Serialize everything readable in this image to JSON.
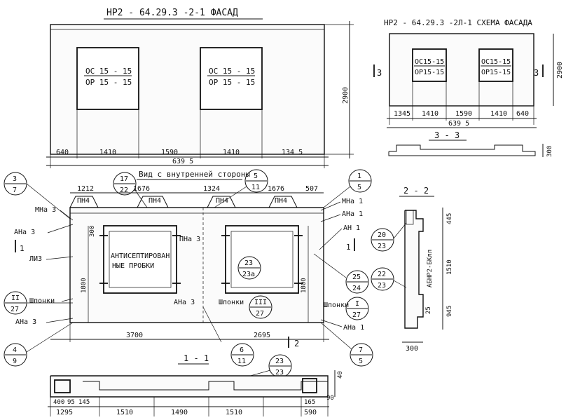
{
  "facade": {
    "title": "НР2 - 64.29.3 -2-1 ФАСАД",
    "window_top": "ОС 15 - 15",
    "window_bottom": "ОР 15 - 15",
    "height": "2900",
    "dims": [
      "640",
      "1410",
      "1590",
      "1410",
      "134 5"
    ],
    "total": "639 5"
  },
  "scheme": {
    "title": "НР2 - 64.29.3 -2Л-1 СХЕМА ФАСАДА",
    "window_top": "ОС15-15",
    "window_bottom": "ОР15-15",
    "height": "2900",
    "cut_mark": "3",
    "dims": [
      "1345",
      "1410",
      "1590",
      "1410",
      "640"
    ],
    "total": "639 5"
  },
  "section33": {
    "title": "3 - 3",
    "dim": "300"
  },
  "interior": {
    "caption": "Вид с внутренней стороны",
    "top_dims": [
      "1212",
      "1676",
      "1324",
      "1676",
      "507"
    ],
    "loop_labels": [
      "ПН4",
      "ПН4",
      "ПН4",
      "ПН4"
    ],
    "pn3": "ПНа 3",
    "plugs": [
      "АНТИСЕПТИРОВАН",
      "НЫЕ ПРОБКИ"
    ],
    "dim_300": "300",
    "dim_1800a": "1800",
    "dim_1800b": "1800",
    "bottom_dims": [
      "3700",
      "2695"
    ],
    "view_mark": "2",
    "left_labels": {
      "mn": "МНа 3",
      "an_top": "АНа 3",
      "li": "ЛИ3",
      "shp": "Шпонки",
      "an_bot": "АНа 3"
    },
    "right_labels": {
      "mn": "МНа 1",
      "an1": "АНа 1",
      "ah": "АН 1",
      "shp": "Шпонки",
      "an_bot": "АНа 1"
    },
    "center_labels": {
      "an3": "АНа 3",
      "shp": "Шпонки"
    },
    "bubbles": [
      {
        "top": "3",
        "bottom": "7"
      },
      {
        "top": "17",
        "bottom": "22"
      },
      {
        "top": "5",
        "bottom": "11"
      },
      {
        "top": "1",
        "bottom": "5"
      },
      {
        "top": "II",
        "bottom": "27"
      },
      {
        "top": "23",
        "bottom": "23а"
      },
      {
        "top": "III",
        "bottom": "27"
      },
      {
        "top": "I",
        "bottom": "27"
      },
      {
        "top": "25",
        "bottom": "24"
      },
      {
        "top": "4",
        "bottom": "9"
      },
      {
        "top": "6",
        "bottom": "11"
      },
      {
        "top": "7",
        "bottom": "5"
      }
    ],
    "cut_left": "1",
    "cut_right": "1"
  },
  "section22": {
    "title": "2 - 2",
    "dims": [
      "445",
      "1510",
      "945",
      "25"
    ],
    "width": "300",
    "rotated_label": "АБНР2-БКлл",
    "bubbles": [
      {
        "top": "20",
        "bottom": "23"
      },
      {
        "top": "22",
        "bottom": "23"
      }
    ]
  },
  "section11": {
    "title": "1 - 1",
    "bubble": {
      "top": "23",
      "bottom": "23"
    },
    "dims_top": [
      "400",
      "95",
      "145"
    ],
    "dims": [
      "1295",
      "1510",
      "1490",
      "1510",
      "590"
    ],
    "small": [
      "165",
      "90",
      "40"
    ]
  }
}
